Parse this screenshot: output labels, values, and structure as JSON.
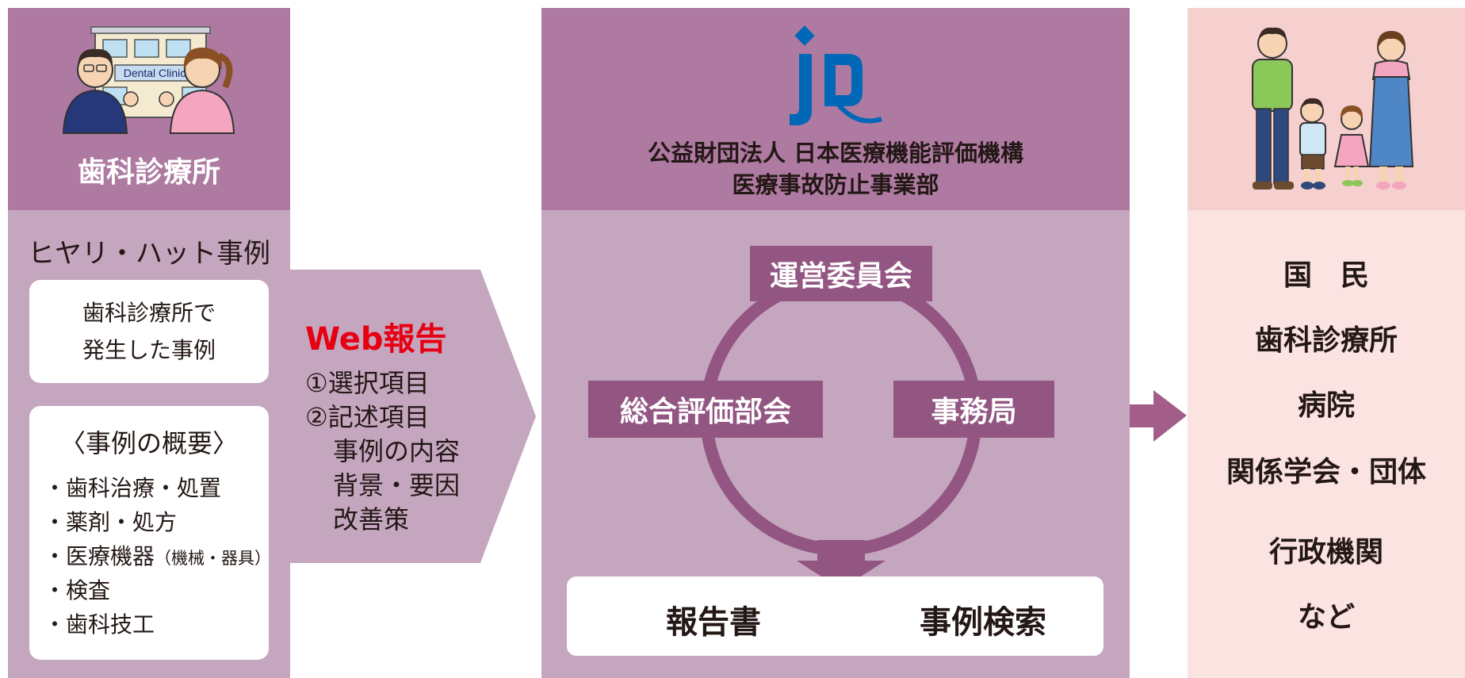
{
  "left": {
    "illustration_sign": "Dental Clinic",
    "title": "歯科診療所",
    "hiyari_title": "ヒヤリ・ハット事例",
    "box1_line1": "歯科診療所で",
    "box1_line2": "発生した事例",
    "overview_title": "〈事例の概要〉",
    "items": [
      "・歯科治療・処置",
      "・薬剤・処方",
      "・医療機器",
      "・検査",
      "・歯科技工"
    ],
    "item3_note": "（機械・器具）"
  },
  "web": {
    "title": "Web報告",
    "items": [
      "①選択項目",
      "②記述項目",
      "事例の内容",
      "背景・要因",
      "改善策"
    ]
  },
  "center": {
    "org_line1": "公益財団法人 日本医療機能評価機構",
    "org_line2": "医療事故防止事業部",
    "committee": "運営委員会",
    "evaluation": "総合評価部会",
    "office": "事務局",
    "output_report": "報告書",
    "output_search": "事例検索"
  },
  "recipients": [
    "国　民",
    "歯科診療所",
    "病院",
    "関係学会・団体",
    "行政機関",
    "など"
  ],
  "colors": {
    "column_top": "#ae7aa1",
    "column_body": "#c5a6bf",
    "node": "#935683",
    "web_title": "#e60012",
    "logo_blue": "#0068b7",
    "right_top": "#f5d0ce",
    "right_body": "#fbe3e2"
  },
  "icons": [
    "dentist-staff-illustration",
    "jq-logo",
    "family-illustration"
  ]
}
